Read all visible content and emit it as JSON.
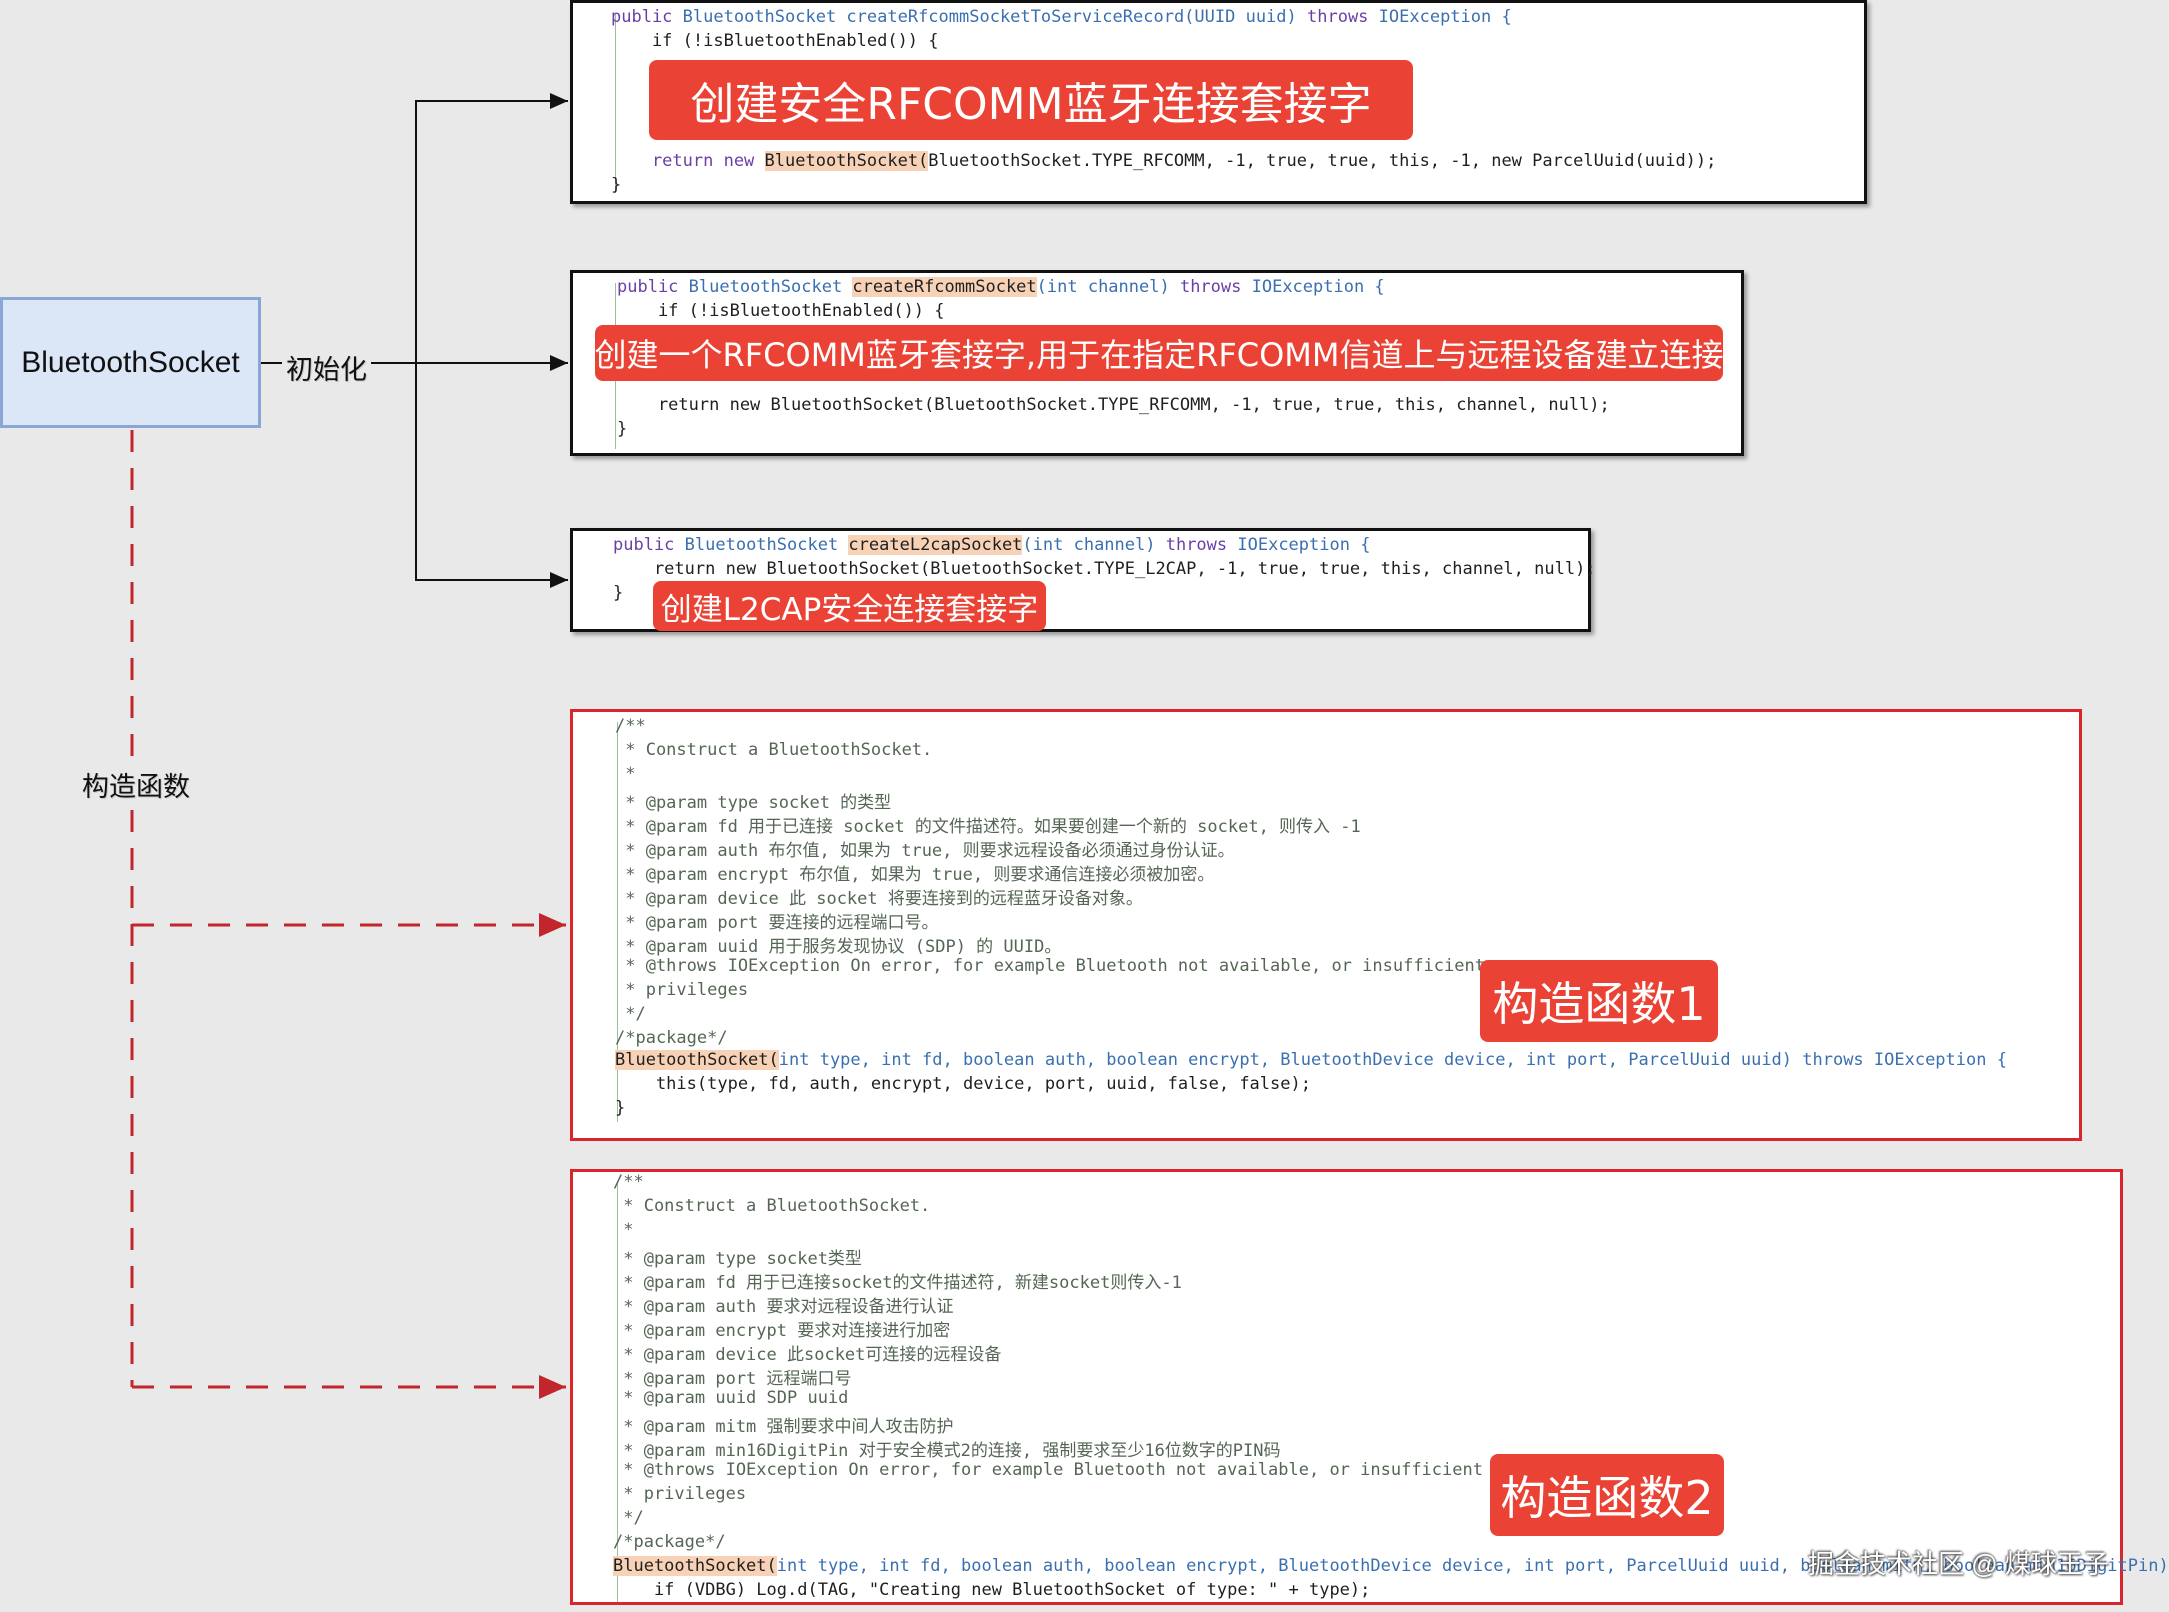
{
  "root": {
    "label": "BluetoothSocket"
  },
  "edges": {
    "init_label": "初始化",
    "constructor_label": "构造函数"
  },
  "colors": {
    "badge": "#ea4335",
    "highlight": "#f8d2b6",
    "dashed_arrow": "#c0262c",
    "root_fill": "#dbe6f7"
  },
  "box1": {
    "badge": "创建安全RFCOMM蓝牙连接套接字",
    "l1": {
      "a": "public ",
      "b": "BluetoothSocket ",
      "c": "createRfcommSocketToServiceRecord(UUID uuid) ",
      "d": "throws ",
      "e": "IOException {"
    },
    "l2": "    if (!isBluetoothEnabled()) {",
    "l3": {
      "a": "    return new ",
      "b": "BluetoothSocket(",
      "c": "BluetoothSocket.TYPE_RFCOMM, -1, true, true, this, -1, new ParcelUuid(uuid));"
    },
    "l4": "}"
  },
  "box2": {
    "badge": "创建一个RFCOMM蓝牙套接字,用于在指定RFCOMM信道上与远程设备建立连接",
    "l1": {
      "a": "public ",
      "b": "BluetoothSocket ",
      "c": "createRfcommSocket",
      "d": "(int channel) ",
      "e": "throws ",
      "f": "IOException {"
    },
    "l2": "    if (!isBluetoothEnabled()) {",
    "l3": "    return new BluetoothSocket(BluetoothSocket.TYPE_RFCOMM, -1, true, true, this, channel, null);",
    "l4": "}"
  },
  "box3": {
    "badge": "创建L2CAP安全连接套接字",
    "l1": {
      "a": "public ",
      "b": "BluetoothSocket ",
      "c": "createL2capSocket",
      "d": "(int channel) ",
      "e": "throws ",
      "f": "IOException {"
    },
    "l2": "    return new BluetoothSocket(BluetoothSocket.TYPE_L2CAP, -1, true, true, this, channel, null);",
    "l3": "}"
  },
  "box4": {
    "badge": "构造函数1",
    "lines": [
      "/**",
      " * Construct a BluetoothSocket.",
      " *",
      " * @param type socket 的类型",
      " * @param fd 用于已连接 socket 的文件描述符。如果要创建一个新的 socket, 则传入 -1",
      " * @param auth 布尔值, 如果为 true, 则要求远程设备必须通过身份认证。",
      " * @param encrypt 布尔值, 如果为 true, 则要求通信连接必须被加密。",
      " * @param device 此 socket 将要连接到的远程蓝牙设备对象。",
      " * @param port 要连接的远程端口号。",
      " * @param uuid 用于服务发现协议 (SDP) 的 UUID。",
      " * @throws IOException On error, for example Bluetooth not available, or insufficient",
      " * privileges",
      " */",
      "/*package*/"
    ],
    "sig": {
      "a": "BluetoothSocket(",
      "b": "int type, int fd, boolean auth, boolean encrypt, BluetoothDevice device, int port, ParcelUuid uuid) throws IOException {"
    },
    "body": "    this(type, fd, auth, encrypt, device, port, uuid, false, false);",
    "end": "}"
  },
  "box5": {
    "badge": "构造函数2",
    "lines": [
      "/**",
      " * Construct a BluetoothSocket.",
      " *",
      " * @param type socket类型",
      " * @param fd 用于已连接socket的文件描述符, 新建socket则传入-1",
      " * @param auth 要求对远程设备进行认证",
      " * @param encrypt 要求对连接进行加密",
      " * @param device 此socket可连接的远程设备",
      " * @param port 远程端口号",
      " * @param uuid SDP uuid",
      " * @param mitm 强制要求中间人攻击防护",
      " * @param min16DigitPin 对于安全模式2的连接, 强制要求至少16位数字的PIN码",
      " * @throws IOException On error, for example Bluetooth not available, or insufficient",
      " * privileges",
      " */",
      "/*package*/"
    ],
    "sig": {
      "a": "BluetoothSocket(",
      "b": "int type, int fd, boolean auth, boolean encrypt, BluetoothDevice device, int port, ParcelUuid uuid, boolean mitm, boolean min16DigitPin)"
    },
    "body": "    if (VDBG) Log.d(TAG, \"Creating new BluetoothSocket of type: \" + type);"
  },
  "watermark": "掘金技术社区 @ 煤球王子"
}
